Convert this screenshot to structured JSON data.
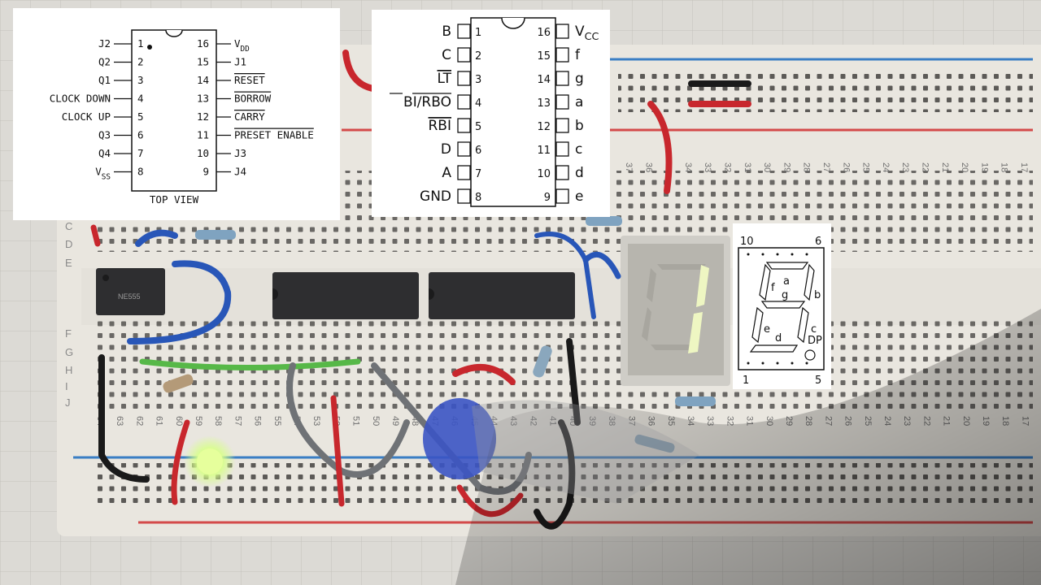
{
  "chip_4510": {
    "left_pins": [
      {
        "num": "1",
        "label": "J2"
      },
      {
        "num": "2",
        "label": "Q2"
      },
      {
        "num": "3",
        "label": "Q1"
      },
      {
        "num": "4",
        "label": "CLOCK DOWN"
      },
      {
        "num": "5",
        "label": "CLOCK UP"
      },
      {
        "num": "6",
        "label": "Q3"
      },
      {
        "num": "7",
        "label": "Q4"
      },
      {
        "num": "8",
        "label": "V",
        "sub": "SS"
      }
    ],
    "right_pins": [
      {
        "num": "16",
        "label": "V",
        "sub": "DD"
      },
      {
        "num": "15",
        "label": "J1"
      },
      {
        "num": "14",
        "label": "RESET"
      },
      {
        "num": "13",
        "label": "BORROW"
      },
      {
        "num": "12",
        "label": "CARRY"
      },
      {
        "num": "11",
        "label": "PRESET ENABLE"
      },
      {
        "num": "10",
        "label": "J3"
      },
      {
        "num": "9",
        "label": "J4"
      }
    ],
    "caption": "TOP VIEW"
  },
  "chip_7447": {
    "left_pins": [
      {
        "num": "1",
        "label": "B"
      },
      {
        "num": "2",
        "label": "C"
      },
      {
        "num": "3",
        "label": "LT"
      },
      {
        "num": "4",
        "label": "BI/RBO"
      },
      {
        "num": "5",
        "label": "RBI"
      },
      {
        "num": "6",
        "label": "D"
      },
      {
        "num": "7",
        "label": "A"
      },
      {
        "num": "8",
        "label": "GND"
      }
    ],
    "right_pins": [
      {
        "num": "16",
        "label": "V",
        "sub": "CC"
      },
      {
        "num": "15",
        "label": "f"
      },
      {
        "num": "14",
        "label": "g"
      },
      {
        "num": "13",
        "label": "a"
      },
      {
        "num": "12",
        "label": "b"
      },
      {
        "num": "11",
        "label": "c"
      },
      {
        "num": "10",
        "label": "d"
      },
      {
        "num": "9",
        "label": "e"
      }
    ]
  },
  "seven_segment": {
    "top_left_pin": "10",
    "top_right_pin": "6",
    "bottom_left_pin": "1",
    "bottom_right_pin": "5",
    "segments": [
      "a",
      "b",
      "c",
      "d",
      "e",
      "f",
      "g"
    ],
    "dp_label": "DP"
  },
  "display_digit": "1",
  "breadboard": {
    "row_letters_left": [
      "C",
      "D",
      "E",
      "F",
      "G",
      "H",
      "I",
      "J"
    ],
    "top_column_numbers": [
      "37",
      "36",
      "35",
      "34",
      "33",
      "32",
      "31",
      "30",
      "29",
      "28",
      "27",
      "26",
      "25",
      "24",
      "23",
      "22",
      "21",
      "20",
      "19",
      "18",
      "17"
    ],
    "bottom_column_numbers": [
      "64",
      "63",
      "62",
      "61",
      "60",
      "59",
      "58",
      "57",
      "56",
      "55",
      "54",
      "53",
      "52",
      "51",
      "50",
      "49",
      "48",
      "47",
      "46",
      "45",
      "44",
      "43",
      "42",
      "41",
      "40",
      "39",
      "38",
      "37",
      "36",
      "35",
      "34",
      "33",
      "32",
      "31",
      "30",
      "29",
      "28",
      "27",
      "26",
      "25",
      "24",
      "23",
      "22",
      "21",
      "20",
      "19",
      "18",
      "17"
    ],
    "timer_chip_text": [
      "NE555"
    ],
    "colors": {
      "board": "#e9e6df",
      "red_rail": "#d44a4a",
      "blue_rail": "#3a7ec4",
      "wire_red": "#c8272d",
      "wire_blue": "#2856b8",
      "wire_green": "#57b848",
      "wire_gray": "#6f7276",
      "wire_black": "#1a1a1a",
      "segment_on": "#e9f3b8",
      "led_green": "#d8ff8a"
    }
  }
}
